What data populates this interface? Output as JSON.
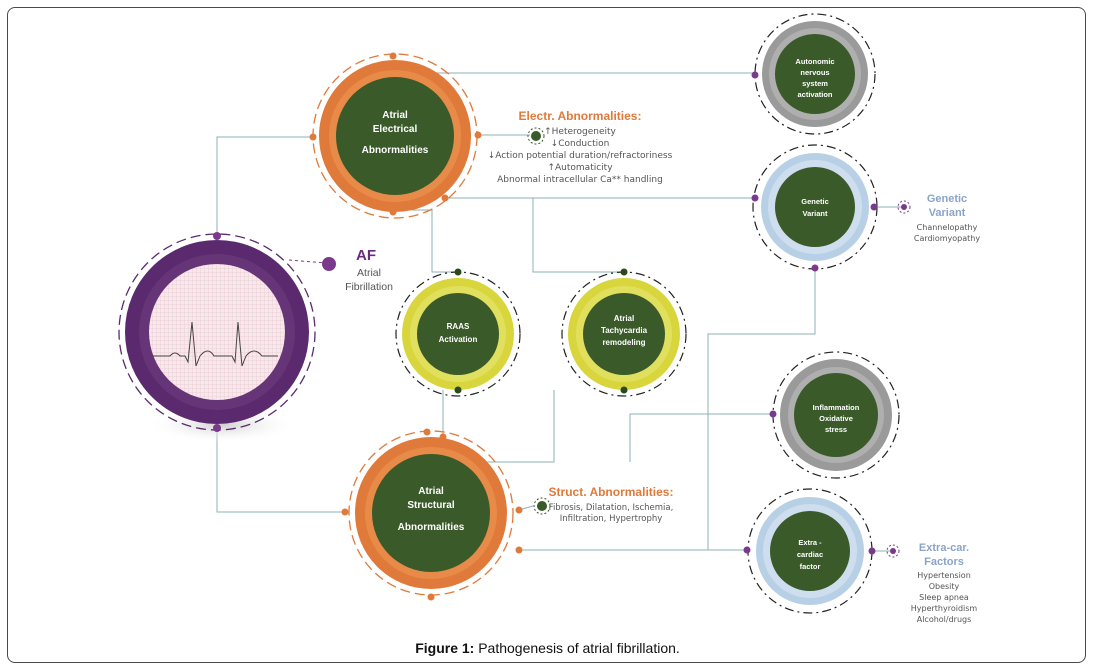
{
  "af": {
    "title": "AF",
    "subtitle": "Atrial Fibrillation"
  },
  "electrical": {
    "line1": "Atrial",
    "line2": "Electrical",
    "line3": "Abnormalities"
  },
  "structural": {
    "line1": "Atrial",
    "line2": "Structural",
    "line3": "Abnormalities"
  },
  "raas": {
    "line1": "RAAS",
    "line2": "Activation"
  },
  "tachy": {
    "line1": "Atrial",
    "line2": "Tachycardia",
    "line3": "remodeling"
  },
  "autonomic": {
    "line1": "Autonomic",
    "line2": "nervous",
    "line3": "system",
    "line4": "activation"
  },
  "genetic": {
    "line1": "Genetic",
    "line2": "Variant"
  },
  "inflammation": {
    "line1": "Inflammation",
    "line2": "Oxidative",
    "line3": "stress"
  },
  "extracardiac": {
    "line1": "Extra -",
    "line2": "cardiac",
    "line3": "factor"
  },
  "electr_abn": {
    "title": "Electr. Abnormalities:",
    "items": [
      "↑Heterogeneity",
      "↓Conduction",
      "↓Action potential duration/refractoriness",
      "↑Automaticity",
      "Abnormal intracellular Ca** handling"
    ]
  },
  "struct_abn": {
    "title": "Struct. Abnormalities:",
    "line1": "Fibrosis, Dilatation, Ischemia,",
    "line2": "Infiltration, Hypertrophy"
  },
  "genetic_variant": {
    "title1": "Genetic",
    "title2": "Variant",
    "items": [
      "Channelopathy",
      "Cardiomyopathy"
    ]
  },
  "extra_factors": {
    "title1": "Extra-car.",
    "title2": "Factors",
    "items": [
      "Hypertension",
      "Obesity",
      "Sleep apnea",
      "Hyperthyroidism",
      "Alcohol/drugs"
    ]
  },
  "caption": {
    "label": "Figure 1:",
    "text": " Pathogenesis of atrial fibrillation."
  },
  "colors": {
    "orange": "#e07a3a",
    "dark_green": "#3a5a2a",
    "purple": "#5b2a6e",
    "yellow": "#d8d63c",
    "grey": "#9a9a9a",
    "light_blue": "#b8d0e6",
    "line": "#8fb0b3"
  }
}
